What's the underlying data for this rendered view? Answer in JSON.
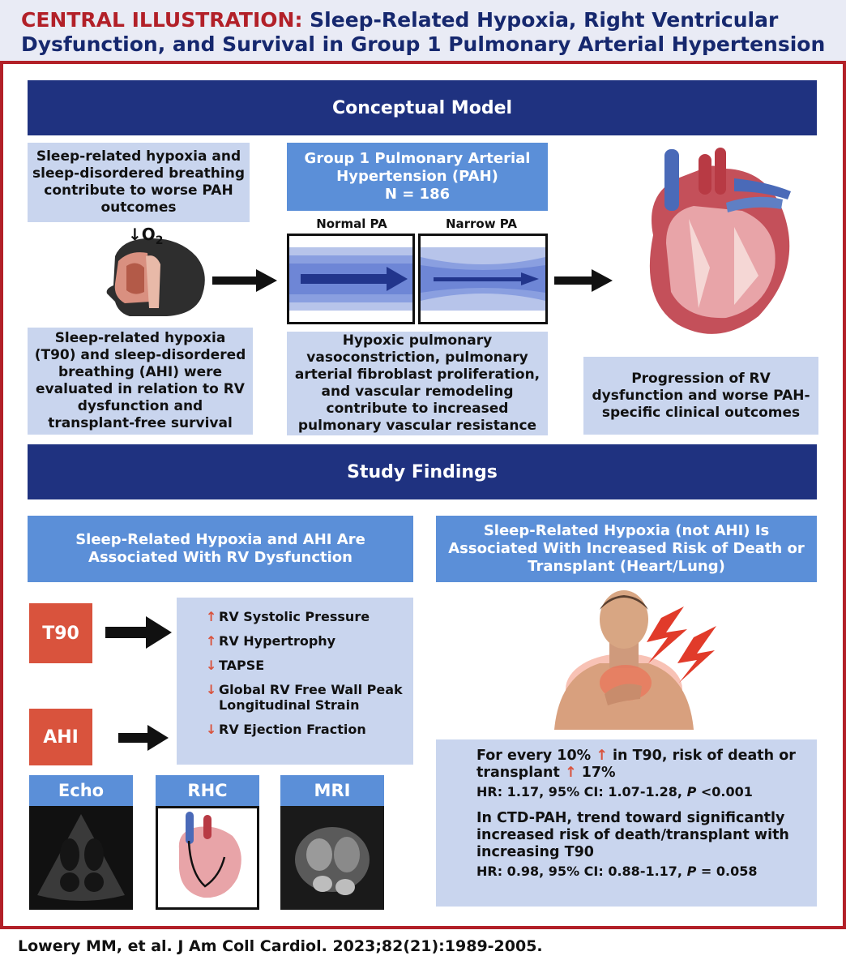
{
  "header": {
    "label": "CENTRAL ILLUSTRATION:",
    "title_line1": "Sleep-Related Hypoxia, Right Ventricular",
    "title_line2": "Dysfunction, and Survival in Group 1 Pulmonary Arterial Hypertension"
  },
  "conceptual": {
    "banner": "Conceptual Model",
    "box_left_top": "Sleep-related hypoxia and sleep-disordered breathing contribute to worse PAH outcomes",
    "o2_label": "O",
    "o2_sub": "2",
    "box_left_bottom": "Sleep-related hypoxia (T90) and sleep-disordered breathing (AHI) were evaluated in relation to RV dysfunction and transplant-free survival",
    "center_title_line1": "Group 1 Pulmonary Arterial",
    "center_title_line2": "Hypertension (PAH)",
    "center_title_line3": "N = 186",
    "normal_pa": "Normal PA",
    "narrow_pa": "Narrow PA",
    "box_center_bottom": "Hypoxic pulmonary vasoconstriction, pulmonary arterial fibroblast proliferation, and vascular remodeling contribute to increased pulmonary vascular resistance",
    "box_right": "Progression of RV dysfunction and worse PAH-specific clinical outcomes"
  },
  "findings": {
    "banner": "Study Findings",
    "left_header": "Sleep-Related Hypoxia and AHI Are Associated With RV Dysfunction",
    "right_header": "Sleep-Related Hypoxia (not AHI) Is Associated With Increased Risk of Death or Transplant (Heart/Lung)",
    "t90": "T90",
    "ahi": "AHI",
    "items": [
      {
        "dir": "↑",
        "text": "RV Systolic Pressure"
      },
      {
        "dir": "↑",
        "text": "RV Hypertrophy"
      },
      {
        "dir": "↓",
        "text": "TAPSE"
      },
      {
        "dir": "↓",
        "text": "Global RV Free Wall Peak Longitudinal Strain"
      },
      {
        "dir": "↓",
        "text": "RV Ejection Fraction"
      }
    ],
    "modalities": [
      "Echo",
      "RHC",
      "MRI"
    ],
    "result1_a": "For every 10% ",
    "result1_arrow": "↑",
    "result1_b": " in T90, risk of death or transplant ",
    "result1_arrow2": "↑",
    "result1_c": " 17%",
    "result1_hr_a": "HR: 1.17, 95% CI: 1.07-1.28, ",
    "result1_p": "P",
    "result1_hr_b": " <0.001",
    "result2": "In CTD-PAH, trend toward significantly increased risk of death/transplant with increasing T90",
    "result2_hr_a": "HR: 0.98, 95% CI: 0.88-1.17, ",
    "result2_p": "P",
    "result2_hr_b": " = 0.058"
  },
  "citation": "Lowery MM, et al. J Am Coll Cardiol. 2023;82(21):1989-2005."
}
